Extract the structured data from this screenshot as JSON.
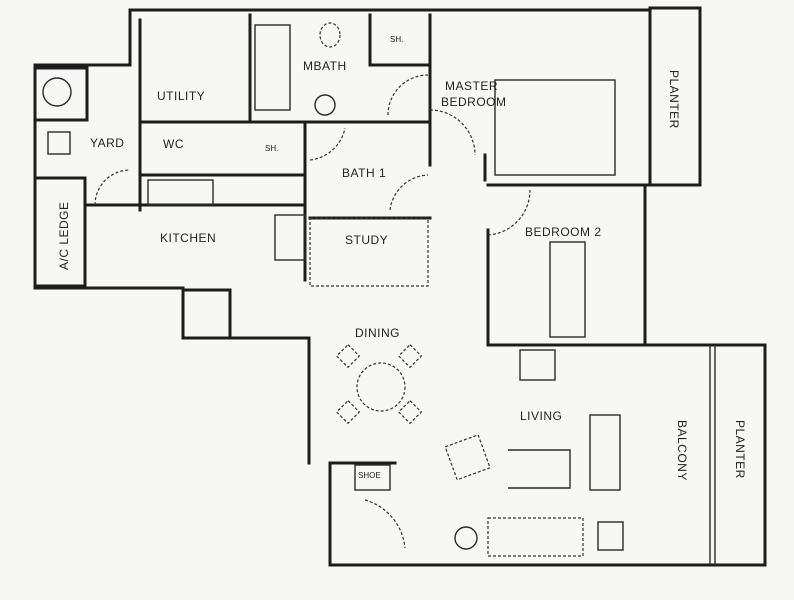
{
  "rooms": {
    "utility": "UTILITY",
    "mbath": "MBATH",
    "sh1": "SH.",
    "master_bedroom_1": "MASTER",
    "master_bedroom_2": "BEDROOM",
    "planter_top": "PLANTER",
    "yard": "YARD",
    "wc": "WC",
    "sh2": "SH.",
    "bath1": "BATH 1",
    "ac_ledge": "A/C LEDGE",
    "kitchen": "KITCHEN",
    "study": "STUDY",
    "bedroom2": "BEDROOM 2",
    "dining": "DINING",
    "living": "LIVING",
    "balcony": "BALCONY",
    "planter_bottom": "PLANTER",
    "shoe": "SHOE"
  },
  "colors": {
    "walls": "#1c1c1c",
    "background": "#f7f7f5"
  }
}
